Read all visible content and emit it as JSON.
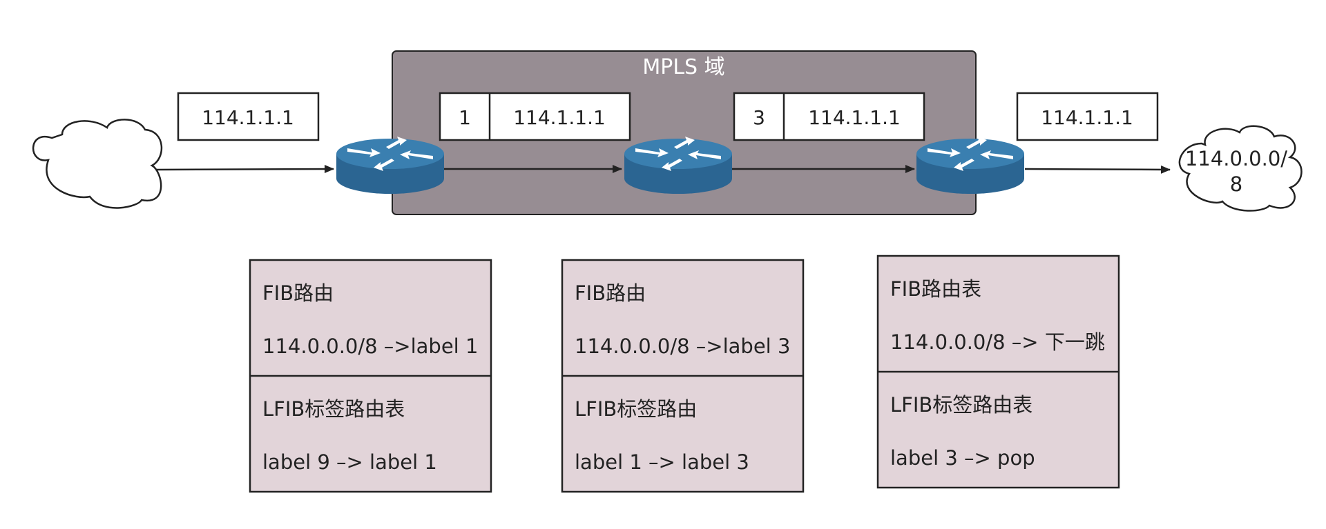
{
  "domain": {
    "title": "MPLS 域"
  },
  "packets": {
    "ingress": {
      "ip": "114.1.1.1"
    },
    "hop1": {
      "label": "1",
      "ip": "114.1.1.1"
    },
    "hop2": {
      "label": "3",
      "ip": "114.1.1.1"
    },
    "egress": {
      "ip": "114.1.1.1"
    }
  },
  "destination": {
    "line1": "114.0.0.0/",
    "line2": "8"
  },
  "tables": [
    {
      "fib_title": "FIB路由",
      "fib_entry": "114.0.0.0/8 –>label 1",
      "lfib_title": "LFIB标签路由表",
      "lfib_entry": "label 9 –> label 1"
    },
    {
      "fib_title": "FIB路由",
      "fib_entry": "114.0.0.0/8 –>label 3",
      "lfib_title": "LFIB标签路由",
      "lfib_entry": "label 1 –> label 3"
    },
    {
      "fib_title": "FIB路由表",
      "fib_entry": "114.0.0.0/8 –> 下一跳",
      "lfib_title": "LFIB标签路由表",
      "lfib_entry": "label 3 –> pop"
    }
  ],
  "colors": {
    "domain_fill": "#978d93",
    "router_top": "#3a7fb0",
    "router_body": "#2b6592",
    "table_fill": "#e2d4d9",
    "line": "#222222"
  },
  "icons": [
    "cloud-icon",
    "router-icon",
    "arrow-right-icon"
  ]
}
